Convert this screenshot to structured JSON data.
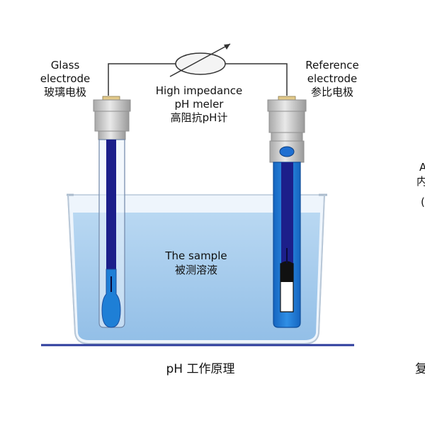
{
  "glass_electrode": {
    "name_en_1": "Glass",
    "name_en_2": "electrode",
    "name_zh": "玻璃电极"
  },
  "reference_electrode": {
    "name_en_1": "Reference",
    "name_en_2": "electrode",
    "name_zh": "参比电极"
  },
  "meter": {
    "name_en_1": "High impedance",
    "name_en_2": "pH meler",
    "name_zh": "高阻抗pH计"
  },
  "sample": {
    "name_en": "The sample",
    "name_zh": "被测溶液"
  },
  "caption": "pH 工作原理",
  "cropped_right": {
    "t1": "A",
    "t2": "内",
    "t3": "(",
    "t4": "复"
  },
  "colors": {
    "solution": "#a3c9ec",
    "electrode_inner": "#1c1f8a",
    "reference_fill": "#1e7fd6",
    "cap_gray": "#c9c9c9",
    "base_line": "#2b3b9c"
  }
}
